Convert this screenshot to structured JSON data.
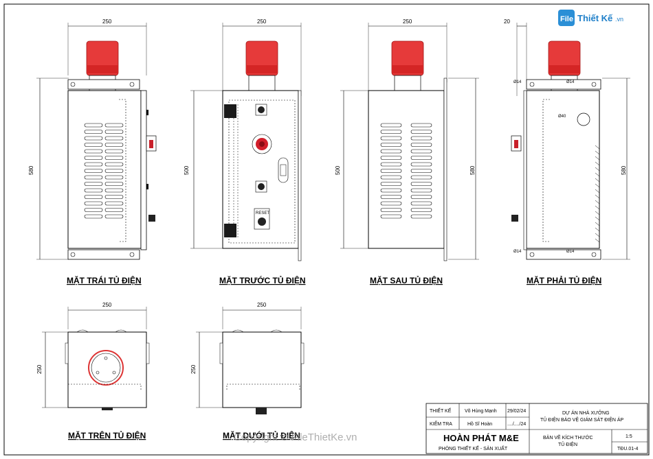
{
  "logo": {
    "brand_a": "File",
    "brand_b": "Thiết Kế",
    "suffix": ".vn"
  },
  "views": {
    "left": {
      "title": "MẶT TRÁI TỦ ĐIỆN",
      "width": "250",
      "height": "580"
    },
    "front": {
      "title": "MẶT TRƯỚC TỦ ĐIỆN",
      "width": "250",
      "height": "500",
      "reset_label": "RESET"
    },
    "back": {
      "title": "MẶT SAU TỦ ĐIỆN",
      "width": "250",
      "height_inner": "500",
      "height_outer": "580"
    },
    "right": {
      "title": "MẶT PHẢI TỦ ĐIỆN",
      "offset": "20",
      "hole_a": "Ø14",
      "hole_b": "Ø14",
      "hole_c": "Ø14",
      "hole_d": "Ø14",
      "hole_big": "Ø40",
      "height": "580"
    },
    "top": {
      "title": "MẶT TRÊN TỦ ĐIỆN",
      "width": "250",
      "depth": "250"
    },
    "bottom": {
      "title": "MẶT DƯỚI TỦ ĐIỆN",
      "width": "250",
      "depth": "250"
    }
  },
  "titleblock": {
    "thiet_ke_label": "THIẾT KẾ",
    "thiet_ke_name": "Võ Hùng Mạnh",
    "thiet_ke_date": "29/02/24",
    "kiem_tra_label": "KIỂM TRA",
    "kiem_tra_name": "Hồ Sĩ Hoàn",
    "kiem_tra_date": "..../..../24",
    "project_line1": "DỰ ÁN NHÀ XƯỞNG",
    "project_line2": "TỦ ĐIỆN BẢO VỆ GIÁM SÁT ĐIỆN ÁP",
    "company": "HOÀN PHÁT M&E",
    "department": "PHÒNG  THIẾT KẾ - SẢN XUẤT",
    "drawing_line1": "BẢN VẼ KÍCH THƯỚC",
    "drawing_line2": "TỦ ĐIỆN",
    "scale": "1:5",
    "code": "TĐU.01-4"
  },
  "watermark": "Copyright © FileThietKe.vn"
}
